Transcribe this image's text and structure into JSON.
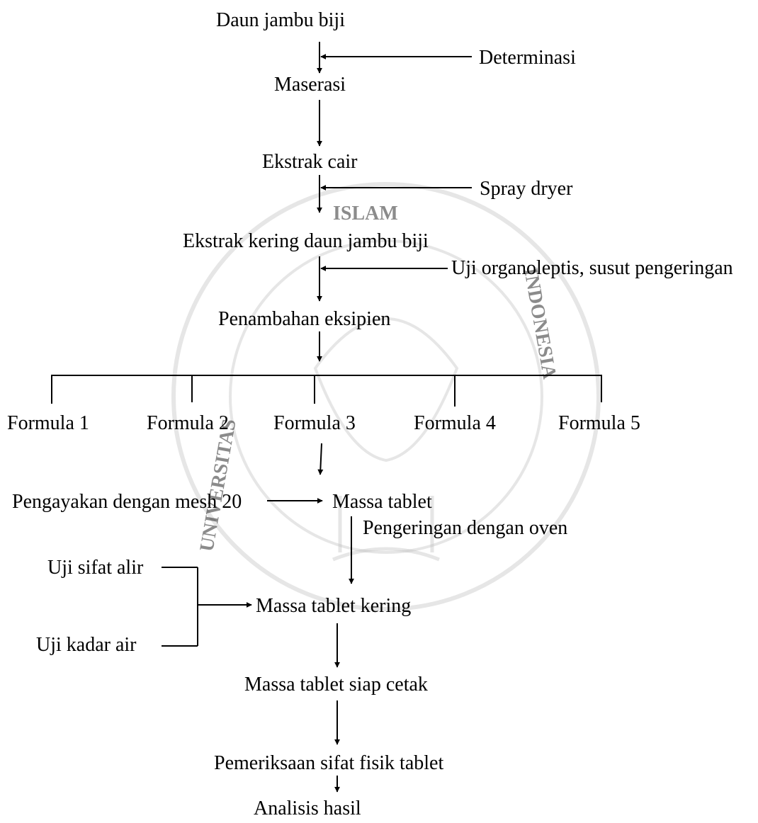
{
  "steps": {
    "daun": "Daun jambu biji",
    "determinasi": "Determinasi",
    "maserasi": "Maserasi",
    "ekstrak_cair": "Ekstrak cair",
    "spray_dryer": "Spray dryer",
    "ekstrak_kering": "Ekstrak kering daun jambu biji",
    "uji_organoleptis": "Uji organoleptis, susut pengeringan",
    "penambahan": "Penambahan eksipien",
    "formulas": [
      "Formula 1",
      "Formula 2",
      "Formula 3",
      "Formula 4",
      "Formula 5"
    ],
    "pengayakan": "Pengayakan dengan mesh 20",
    "massa_tablet": "Massa tablet",
    "pengeringan_oven": "Pengeringan dengan oven",
    "uji_sifat_alir": "Uji sifat alir",
    "uji_kadar_air": "Uji kadar air",
    "massa_kering": "Massa tablet kering",
    "siap_cetak": "Massa tablet siap cetak",
    "pemeriksaan": "Pemeriksaan sifat fisik tablet",
    "analisis": "Analisis hasil"
  },
  "watermark": {
    "left_arc_text": "UNIVERSITAS",
    "top_arc_text": "ISLAM",
    "right_arc_text": "INDONESIA"
  },
  "colors": {
    "line": "#000000",
    "watermark": "#c4c4c4"
  }
}
